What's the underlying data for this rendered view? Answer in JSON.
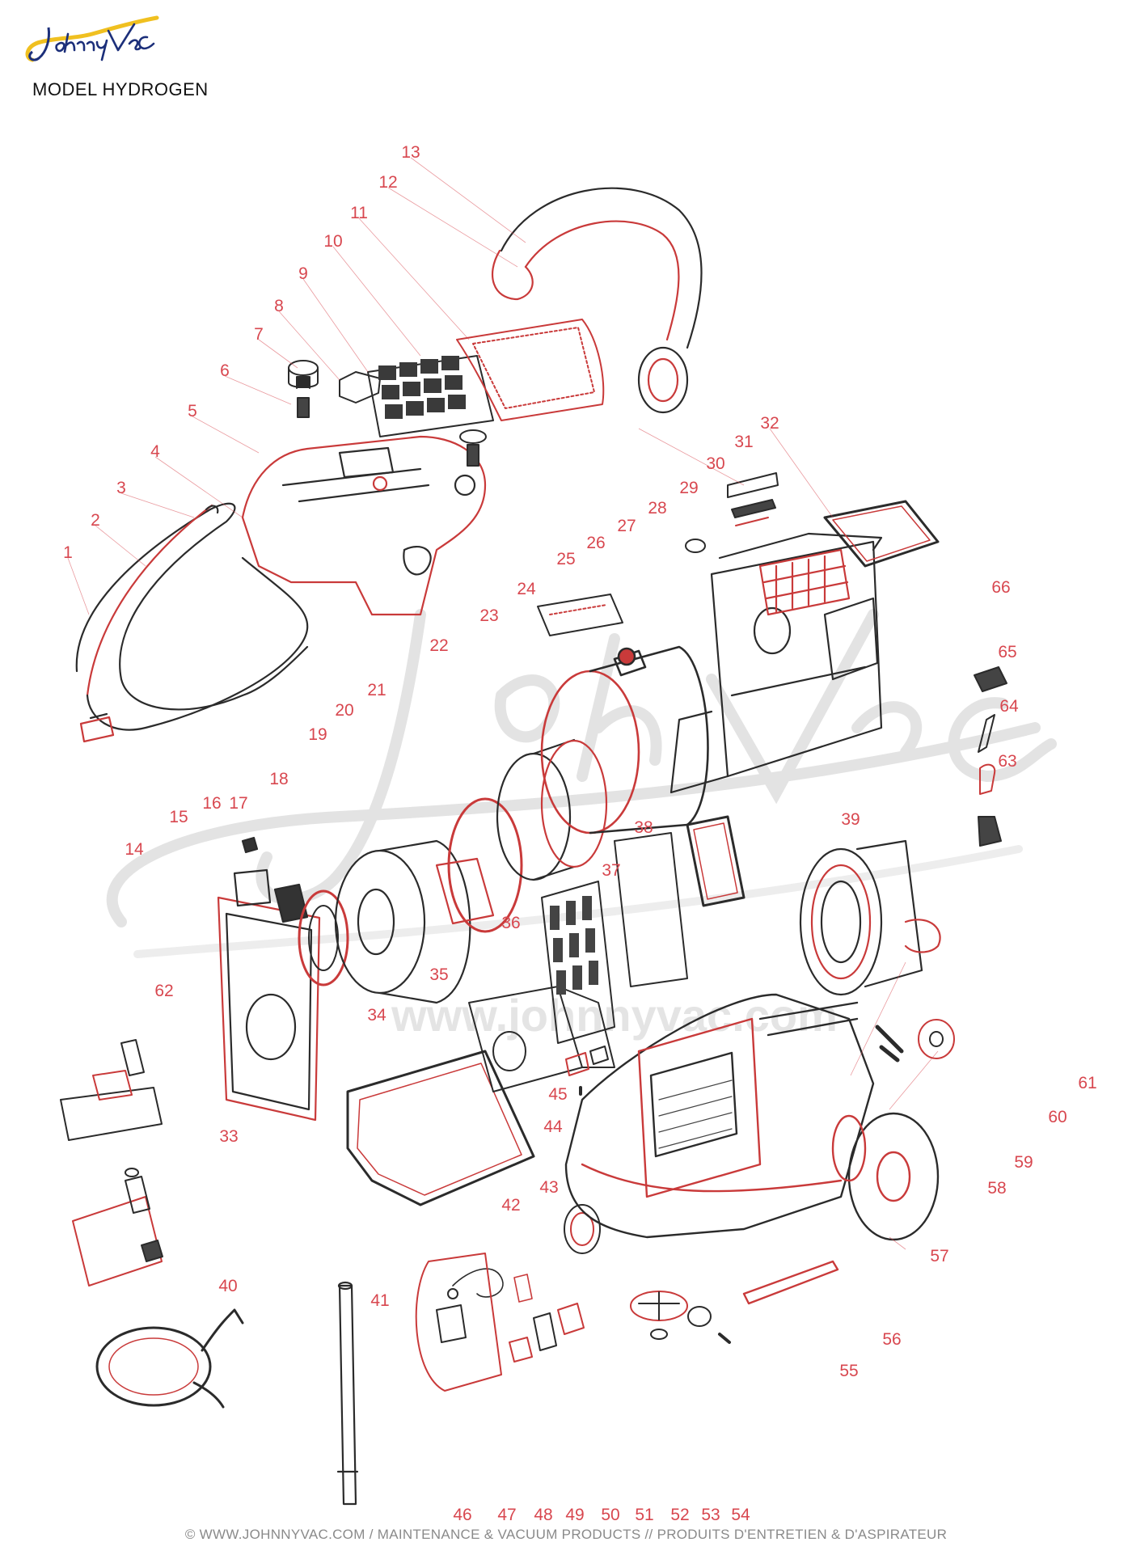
{
  "brand": {
    "logo_text": "JohnnyVac"
  },
  "model_label": "MODEL HYDROGEN",
  "watermark_url": "www.johnnyvac.com",
  "footer_text": "© WWW.JOHNNYVAC.COM / MAINTENANCE & VACUUM PRODUCTS  //  PRODUITS D'ENTRETIEN & D'ASPIRATEUR",
  "colors": {
    "callout": "#d8474f",
    "part_red": "#c93a3a",
    "part_dark": "#2b2b2b",
    "watermark": "#dcdcdc"
  },
  "part_numbers": [
    "1",
    "2",
    "3",
    "4",
    "5",
    "6",
    "7",
    "8",
    "9",
    "10",
    "11",
    "12",
    "13",
    "14",
    "15",
    "16",
    "17",
    "18",
    "19",
    "20",
    "21",
    "22",
    "23",
    "24",
    "25",
    "26",
    "27",
    "28",
    "29",
    "30",
    "31",
    "32",
    "33",
    "34",
    "35",
    "36",
    "37",
    "38",
    "39",
    "40",
    "41",
    "42",
    "43",
    "44",
    "45",
    "46",
    "47",
    "48",
    "49",
    "50",
    "51",
    "52",
    "53",
    "54",
    "55",
    "56",
    "57",
    "58",
    "59",
    "60",
    "61",
    "62",
    "63",
    "64",
    "65",
    "66"
  ]
}
